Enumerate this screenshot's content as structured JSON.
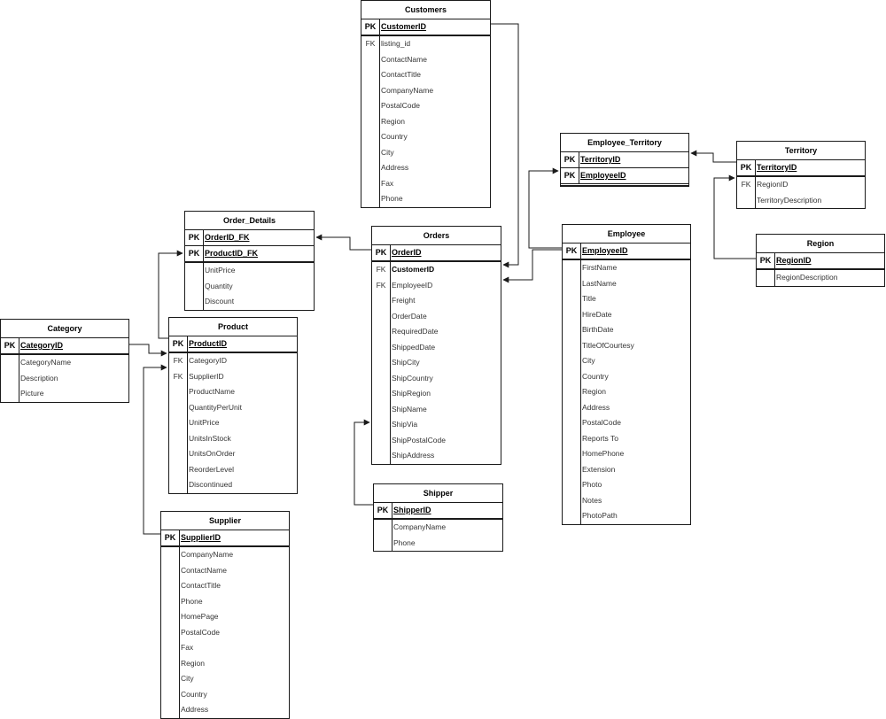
{
  "entities": [
    {
      "id": "customers",
      "title": "Customers",
      "pk": [
        {
          "key": "PK",
          "name": "CustomerID"
        }
      ],
      "fields": [
        {
          "key": "FK",
          "name": "listing_id"
        },
        {
          "key": "",
          "name": "ContactName"
        },
        {
          "key": "",
          "name": "ContactTitle"
        },
        {
          "key": "",
          "name": "CompanyName"
        },
        {
          "key": "",
          "name": "PostalCode"
        },
        {
          "key": "",
          "name": "Region"
        },
        {
          "key": "",
          "name": "Country"
        },
        {
          "key": "",
          "name": "City"
        },
        {
          "key": "",
          "name": "Address"
        },
        {
          "key": "",
          "name": "Fax"
        },
        {
          "key": "",
          "name": "Phone"
        }
      ]
    },
    {
      "id": "employee_territory",
      "title": "Employee_Territory",
      "pk": [
        {
          "key": "PK",
          "name": "TerritoryID"
        },
        {
          "key": "PK",
          "name": "EmployeeID"
        }
      ],
      "fields": []
    },
    {
      "id": "territory",
      "title": "Territory",
      "pk": [
        {
          "key": "PK",
          "name": "TerritoryID"
        }
      ],
      "fields": [
        {
          "key": "FK",
          "name": "RegionID"
        },
        {
          "key": "",
          "name": "TerritoryDescription"
        }
      ]
    },
    {
      "id": "region",
      "title": "Region",
      "pk": [
        {
          "key": "PK",
          "name": "RegionID"
        }
      ],
      "fields": [
        {
          "key": "",
          "name": "RegionDescription"
        }
      ]
    },
    {
      "id": "order_details",
      "title": "Order_Details",
      "pk": [
        {
          "key": "PK",
          "name": "OrderID_FK"
        },
        {
          "key": "PK",
          "name": "ProductID_FK"
        }
      ],
      "fields": [
        {
          "key": "",
          "name": "UnitPrice"
        },
        {
          "key": "",
          "name": "Quantity"
        },
        {
          "key": "",
          "name": "Discount"
        }
      ]
    },
    {
      "id": "orders",
      "title": "Orders",
      "pk": [
        {
          "key": "PK",
          "name": "OrderID"
        }
      ],
      "fields": [
        {
          "key": "FK",
          "name": "CustomerID",
          "bold": true
        },
        {
          "key": "FK",
          "name": "EmployeeID"
        },
        {
          "key": "",
          "name": "Freight"
        },
        {
          "key": "",
          "name": "OrderDate"
        },
        {
          "key": "",
          "name": "RequiredDate"
        },
        {
          "key": "",
          "name": "ShippedDate"
        },
        {
          "key": "",
          "name": "ShipCity"
        },
        {
          "key": "",
          "name": "ShipCountry"
        },
        {
          "key": "",
          "name": "ShipRegion"
        },
        {
          "key": "",
          "name": "ShipName"
        },
        {
          "key": "",
          "name": "ShipVia"
        },
        {
          "key": "",
          "name": "ShipPostalCode"
        },
        {
          "key": "",
          "name": "ShipAddress"
        }
      ]
    },
    {
      "id": "employee",
      "title": "Employee",
      "pk": [
        {
          "key": "PK",
          "name": "EmployeeID"
        }
      ],
      "fields": [
        {
          "key": "",
          "name": "FirstName"
        },
        {
          "key": "",
          "name": "LastName"
        },
        {
          "key": "",
          "name": "Title"
        },
        {
          "key": "",
          "name": "HireDate"
        },
        {
          "key": "",
          "name": "BirthDate"
        },
        {
          "key": "",
          "name": "TitleOfCourtesy"
        },
        {
          "key": "",
          "name": "City"
        },
        {
          "key": "",
          "name": "Country"
        },
        {
          "key": "",
          "name": "Region"
        },
        {
          "key": "",
          "name": "Address"
        },
        {
          "key": "",
          "name": "PostalCode"
        },
        {
          "key": "",
          "name": "Reports To"
        },
        {
          "key": "",
          "name": "HomePhone"
        },
        {
          "key": "",
          "name": "Extension"
        },
        {
          "key": "",
          "name": "Photo"
        },
        {
          "key": "",
          "name": "Notes"
        },
        {
          "key": "",
          "name": "PhotoPath"
        }
      ]
    },
    {
      "id": "category",
      "title": "Category",
      "pk": [
        {
          "key": "PK",
          "name": "CategoryID"
        }
      ],
      "fields": [
        {
          "key": "",
          "name": "CategoryName"
        },
        {
          "key": "",
          "name": "Description"
        },
        {
          "key": "",
          "name": "Picture"
        }
      ]
    },
    {
      "id": "product",
      "title": "Product",
      "pk": [
        {
          "key": "PK",
          "name": "ProductID"
        }
      ],
      "fields": [
        {
          "key": "FK",
          "name": "CategoryID"
        },
        {
          "key": "FK",
          "name": "SupplierID"
        },
        {
          "key": "",
          "name": "ProductName"
        },
        {
          "key": "",
          "name": "QuantityPerUnit"
        },
        {
          "key": "",
          "name": "UnitPrice"
        },
        {
          "key": "",
          "name": "UnitsInStock"
        },
        {
          "key": "",
          "name": "UnitsOnOrder"
        },
        {
          "key": "",
          "name": "ReorderLevel"
        },
        {
          "key": "",
          "name": "Discontinued"
        }
      ]
    },
    {
      "id": "shipper",
      "title": "Shipper",
      "pk": [
        {
          "key": "PK",
          "name": "ShipperID"
        }
      ],
      "fields": [
        {
          "key": "",
          "name": "CompanyName"
        },
        {
          "key": "",
          "name": "Phone"
        }
      ]
    },
    {
      "id": "supplier",
      "title": "Supplier",
      "pk": [
        {
          "key": "PK",
          "name": "SupplierID"
        }
      ],
      "fields": [
        {
          "key": "",
          "name": "CompanyName"
        },
        {
          "key": "",
          "name": "ContactName"
        },
        {
          "key": "",
          "name": "ContactTitle"
        },
        {
          "key": "",
          "name": "Phone"
        },
        {
          "key": "",
          "name": "HomePage"
        },
        {
          "key": "",
          "name": "PostalCode"
        },
        {
          "key": "",
          "name": "Fax"
        },
        {
          "key": "",
          "name": "Region"
        },
        {
          "key": "",
          "name": "City"
        },
        {
          "key": "",
          "name": "Country"
        },
        {
          "key": "",
          "name": "Address"
        }
      ]
    }
  ],
  "relationships": [
    {
      "from": "customers.CustomerID",
      "to": "orders.CustomerID"
    },
    {
      "from": "orders.OrderID",
      "to": "order_details.OrderID_FK"
    },
    {
      "from": "product.ProductID",
      "to": "order_details.ProductID_FK"
    },
    {
      "from": "category.CategoryID",
      "to": "product.CategoryID"
    },
    {
      "from": "supplier.SupplierID",
      "to": "product.SupplierID"
    },
    {
      "from": "shipper.ShipperID",
      "to": "orders.ShipVia"
    },
    {
      "from": "employee.EmployeeID",
      "to": "orders.EmployeeID"
    },
    {
      "from": "employee.EmployeeID",
      "to": "employee_territory.EmployeeID"
    },
    {
      "from": "territory.TerritoryID",
      "to": "employee_territory.TerritoryID"
    },
    {
      "from": "region.RegionID",
      "to": "territory.RegionID"
    }
  ]
}
